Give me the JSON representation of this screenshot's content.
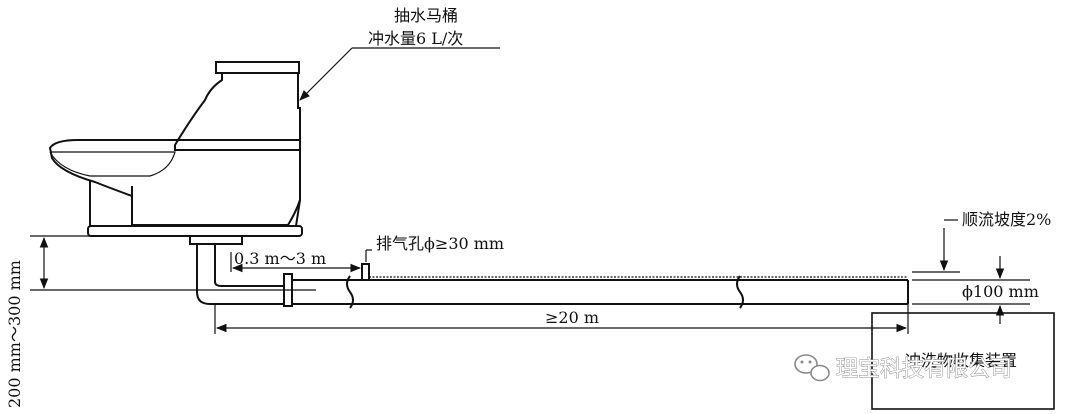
{
  "labels": {
    "toilet_line1": "抽水马桶",
    "toilet_line2": "冲水量6 L/次",
    "distance_short": "0.3 m～3 m",
    "vent_hole": "排气孔ϕ≥30 mm",
    "slope": "顺流坡度2%",
    "pipe_diameter": "ϕ100 mm",
    "distance_long": "≥20 m",
    "height_range": "200 mm～300 mm",
    "collector": "冲洗物收集装置"
  },
  "watermark": {
    "text": "理宝科技有限公司",
    "icon": "wechat-icon"
  },
  "colors": {
    "line": "#111111",
    "background": "#ffffff",
    "watermark_stroke": "#8a8a8a"
  }
}
